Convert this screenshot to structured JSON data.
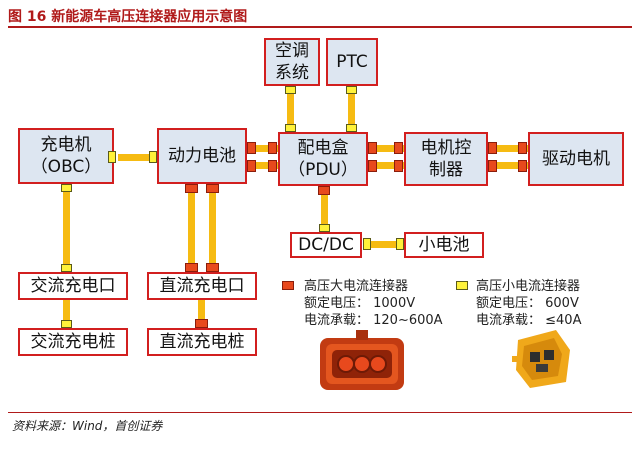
{
  "header": {
    "title": "图 16 新能源车高压连接器应用示意图"
  },
  "nodes": {
    "ac_vent": [
      "空调",
      "系统"
    ],
    "ptc": "PTC",
    "charger": [
      "充电机",
      "（OBC）"
    ],
    "battery": "动力电池",
    "pdu": [
      "配电盒",
      "（PDU）"
    ],
    "motor_ctrl": [
      "电机控",
      "制器"
    ],
    "drive_motor": "驱动电机",
    "dcdc": "DC/DC",
    "small_battery": "小电池",
    "ac_port": "交流充电口",
    "ac_pile": "交流充电桩",
    "dc_port": "直流充电口",
    "dc_pile": "直流充电桩"
  },
  "legend": {
    "high_current": {
      "title": "高压大电流连接器",
      "rated_voltage": "额定电压：  1000V",
      "current": "电流承载：  120~600A",
      "color": "#e8491d"
    },
    "low_current": {
      "title": "高压小电流连接器",
      "rated_voltage": "额定电压：  600V",
      "current": "电流承载：  ≤40A",
      "color": "#fff23a"
    }
  },
  "colors": {
    "wire": "#f6bb12",
    "border": "#d21f1f",
    "box_fill": "#dde6f1"
  },
  "footer": {
    "source": "资料来源：Wind，首创证券"
  }
}
